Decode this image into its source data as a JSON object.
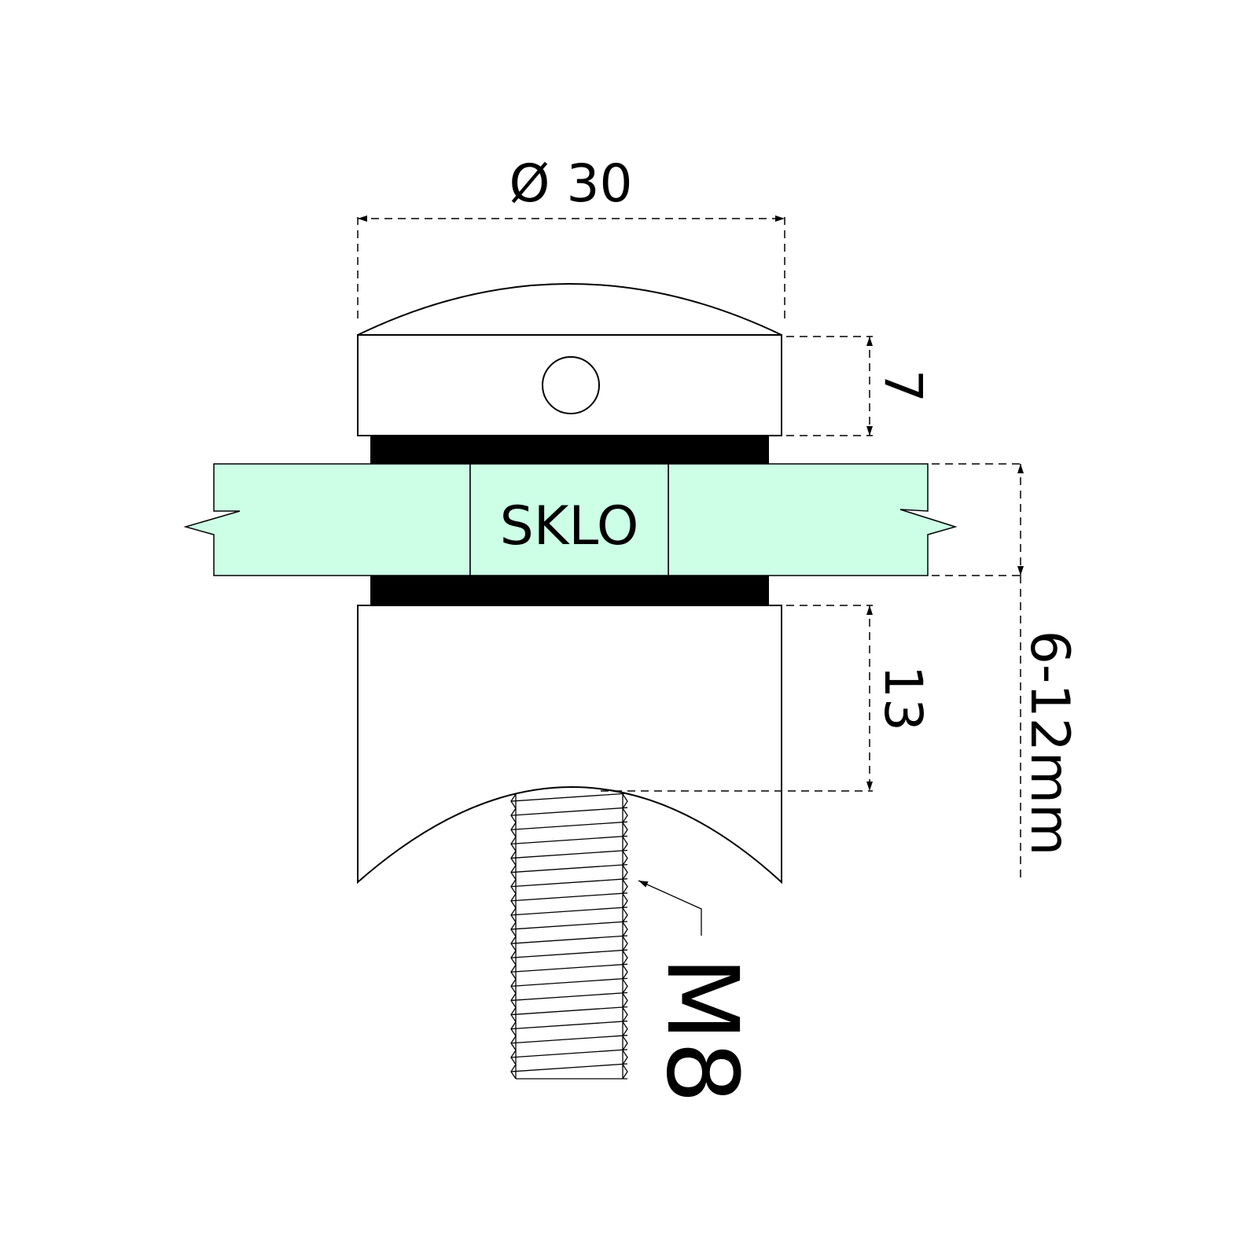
{
  "drawing": {
    "diameter_label": "Ø 30",
    "cap_height_label": "7",
    "glass_label": "SKLO",
    "body_height_label": "13",
    "glass_thickness_label": "6-12mm",
    "thread_label": "M8"
  },
  "colors": {
    "glass_fill": "#ccffe6",
    "gasket_fill": "#000000",
    "line": "#000000"
  }
}
